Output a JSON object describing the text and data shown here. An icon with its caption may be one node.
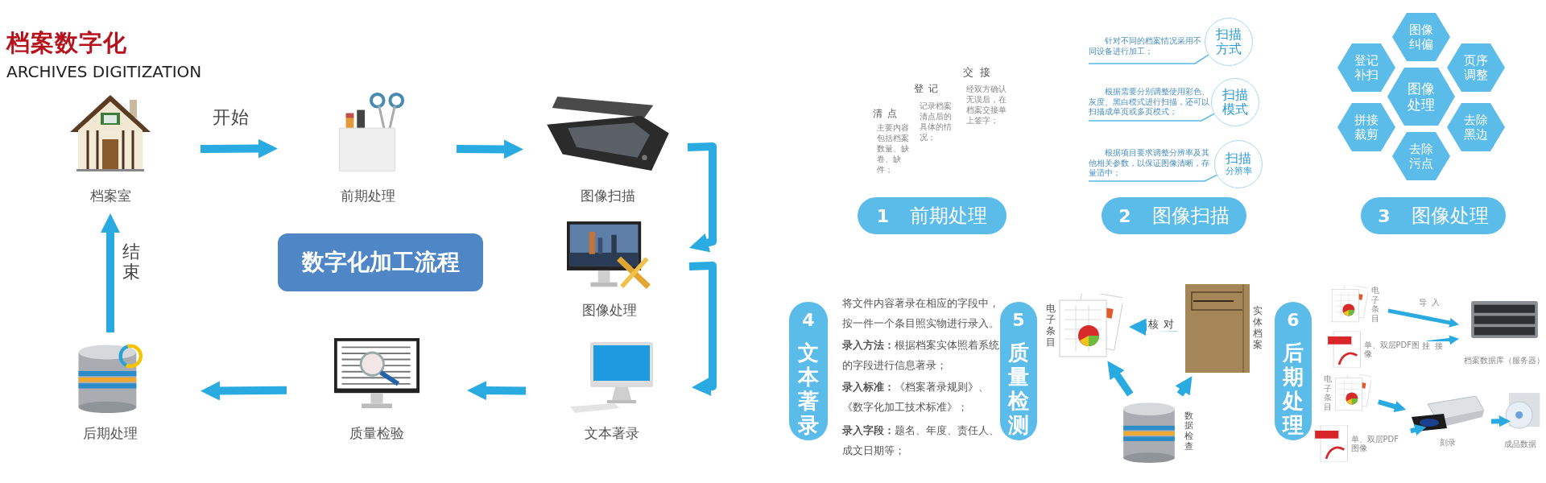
{
  "diagram": {
    "title": "档案数字化",
    "nodes": [
      {
        "text": [
          "档案室"
        ]
      },
      {
        "text": [
          "前期处理"
        ]
      },
      {
        "text": [
          "图像扫描"
        ]
      },
      {
        "text": [
          "图像处理"
        ]
      },
      {
        "text": [
          "文本著录"
        ]
      },
      {
        "text": [
          "质量检验"
        ]
      },
      {
        "text": [
          "后期处理"
        ]
      },
      {
        "text": [
          "数字化加工流程"
        ]
      },
      {
        "text": [
          "1",
          "前期处理"
        ]
      },
      {
        "text": [
          "针对不同的档案情况采用不同设备进行加工；"
        ]
      },
      {
        "text": [
          "扫描方式"
        ]
      },
      {
        "text": [
          "根据需要分别调整使用彩色、灰度、黑白模式进行扫描，还可以扫描成单页或多页模式；"
        ]
      },
      {
        "text": [
          "扫描模式"
        ]
      },
      {
        "text": [
          "根据项目要求调整分辨率及其他相关参数，以保证图像清晰，存量适中；"
        ]
      },
      {
        "text": [
          "扫描",
          "分辨率"
        ]
      },
      {
        "text": [
          "2",
          "图像扫描"
        ]
      },
      {
        "text": [
          "图像纠偏"
        ]
      },
      {
        "text": [
          "登记补扫"
        ]
      },
      {
        "text": [
          "页序调整"
        ]
      },
      {
        "text": [
          "图像处理"
        ]
      },
      {
        "text": [
          "拼接裁剪"
        ]
      },
      {
        "text": [
          "去除黑边"
        ]
      },
      {
        "text": [
          "去除污点"
        ]
      },
      {
        "text": [
          "3",
          "图像处理"
        ]
      },
      {
        "text": [
          "4",
          "文本著录"
        ]
      },
      {
        "text": [
          "5",
          "质量检测"
        ]
      },
      {
        "text": [
          "电子条目"
        ]
      },
      {
        "text": [
          "实体档案"
        ]
      },
      {
        "text": [
          "数据检查"
        ]
      },
      {
        "text": [
          "6",
          "后期处理"
        ]
      },
      {
        "text": [
          "电子条目"
        ]
      },
      {
        "text": [
          "单、双层PDF图像"
        ]
      },
      {
        "text": [
          "电子条目"
        ]
      },
      {
        "text": [
          "单、双层PDF图像"
        ]
      },
      {
        "text": [
          "档案数据库（服务器）"
        ]
      },
      {
        "text": [
          "刻录"
        ]
      },
      {
        "text": [
          "成品数据"
        ]
      }
    ],
    "edges": [
      {
        "from": 0,
        "to": 1,
        "arrow": "to",
        "label": "开始"
      },
      {
        "from": 1,
        "to": 2,
        "arrow": "to"
      },
      {
        "from": 2,
        "to": 3,
        "arrow": "to"
      },
      {
        "from": 3,
        "to": 4,
        "arrow": "to"
      },
      {
        "from": 4,
        "to": 5,
        "arrow": "to"
      },
      {
        "from": 5,
        "to": 6,
        "arrow": "to"
      },
      {
        "from": 6,
        "to": 0,
        "arrow": "to",
        "label": "结束"
      },
      {
        "from": 9,
        "to": 10,
        "arrow": "none"
      },
      {
        "from": 11,
        "to": 12,
        "arrow": "none"
      },
      {
        "from": 13,
        "to": 14,
        "arrow": "none"
      },
      {
        "from": 27,
        "to": 26,
        "arrow": "to",
        "label": "核对"
      },
      {
        "from": 28,
        "to": 26,
        "arrow": "to"
      },
      {
        "from": 28,
        "to": 27,
        "arrow": "to"
      },
      {
        "from": 30,
        "to": 34,
        "arrow": "to",
        "label": "导入"
      },
      {
        "from": 31,
        "to": 34,
        "arrow": "to",
        "label": "挂接"
      },
      {
        "from": 32,
        "to": 35,
        "arrow": "to"
      },
      {
        "from": 33,
        "to": 35,
        "arrow": "to"
      },
      {
        "from": 35,
        "to": 36,
        "arrow": "to"
      }
    ],
    "labels": [
      "ARCHIVES DIGITIZATION",
      "清点",
      "主要内容包括档案数量、缺卷、缺件；",
      "登记",
      "记录档案清点后的具体的情况；",
      "交接",
      "经双方确认无误后，在档案交接单上签字；",
      "将文件内容著录在相应的字段中，按一件一个条目照实物进行录入。",
      "**录入方法：**根据档案实体照着系统的字段进行信息著录；",
      "**录入标准：**《档案著录规则》、《数字化加工技术标准》；",
      "**录入字段：**题名、年度、责任人、成文日期等；"
    ]
  }
}
